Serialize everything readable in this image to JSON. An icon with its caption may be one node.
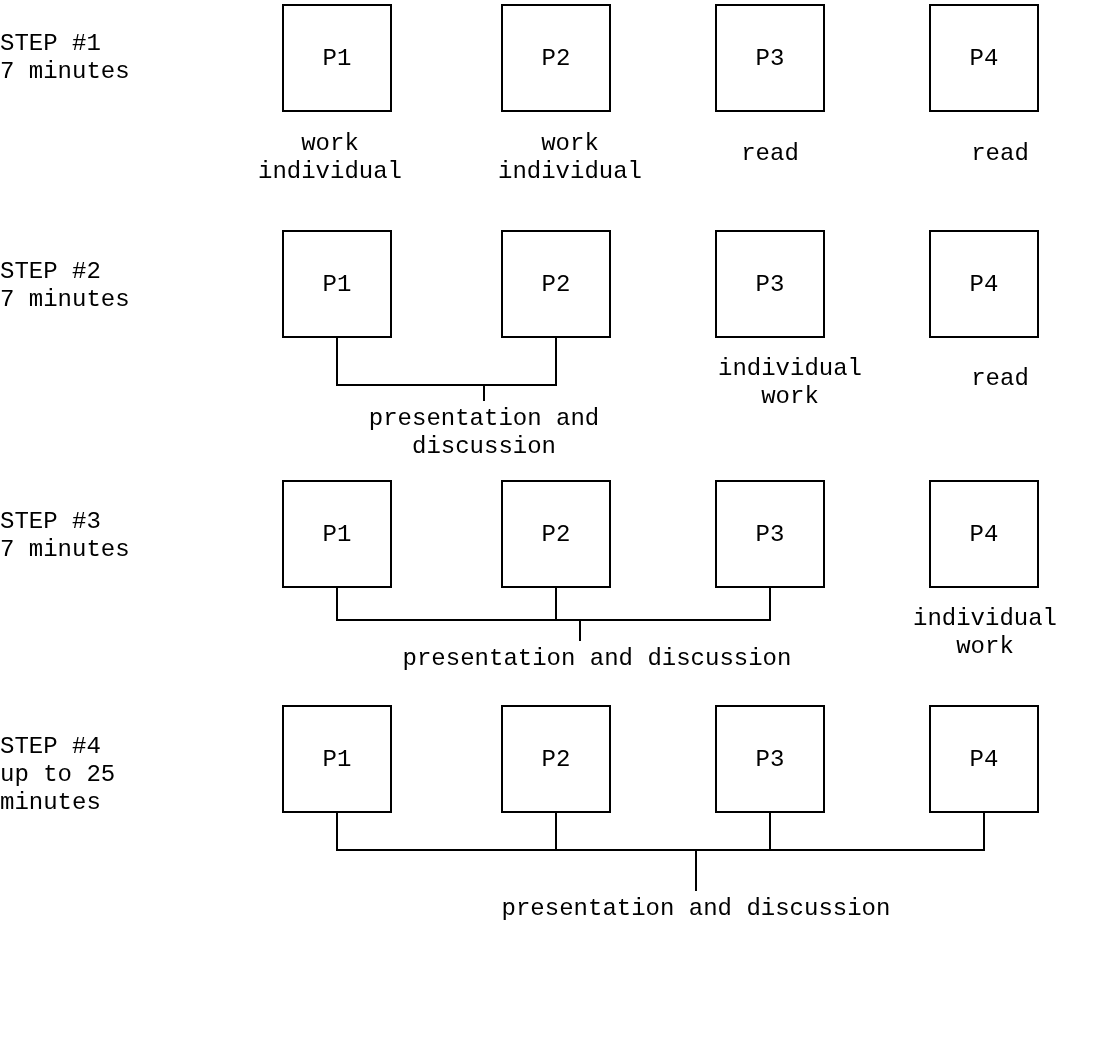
{
  "diagram": {
    "nodes": [
      {
        "text": [
          "P1"
        ],
        "beside": [
          "work individual"
        ]
      },
      {
        "text": [
          "P2"
        ],
        "beside": [
          "work individual"
        ]
      },
      {
        "text": [
          "P3"
        ],
        "beside": [
          "read"
        ]
      },
      {
        "text": [
          "P4"
        ],
        "beside": [
          "read"
        ]
      },
      {
        "text": [
          "P1"
        ]
      },
      {
        "text": [
          "P2"
        ]
      },
      {
        "text": [
          "P3"
        ],
        "beside": [
          "individual work"
        ]
      },
      {
        "text": [
          "P4"
        ],
        "beside": [
          "read"
        ]
      },
      {
        "text": [
          "presentation and discussion"
        ]
      },
      {
        "text": [
          "P1"
        ]
      },
      {
        "text": [
          "P2"
        ]
      },
      {
        "text": [
          "P3"
        ]
      },
      {
        "text": [
          "P4"
        ],
        "beside": [
          "individual work"
        ]
      },
      {
        "text": [
          "presentation and discussion"
        ]
      },
      {
        "text": [
          "P1"
        ]
      },
      {
        "text": [
          "P2"
        ]
      },
      {
        "text": [
          "P3"
        ]
      },
      {
        "text": [
          "P4"
        ]
      },
      {
        "text": [
          "presentation and discussion"
        ]
      }
    ],
    "edges": [
      {
        "from": 4,
        "to": 8,
        "arrow": "none"
      },
      {
        "from": 5,
        "to": 8,
        "arrow": "none"
      },
      {
        "from": 9,
        "to": 13,
        "arrow": "none"
      },
      {
        "from": 10,
        "to": 13,
        "arrow": "none"
      },
      {
        "from": 11,
        "to": 13,
        "arrow": "none"
      },
      {
        "from": 14,
        "to": 18,
        "arrow": "none"
      },
      {
        "from": 15,
        "to": 18,
        "arrow": "none"
      },
      {
        "from": 16,
        "to": 18,
        "arrow": "none"
      },
      {
        "from": 17,
        "to": 18,
        "arrow": "none"
      }
    ],
    "labels": [
      "STEP #1",
      "7 minutes",
      "STEP #2",
      "7 minutes",
      "STEP #3",
      "7 minutes",
      "STEP #4",
      "up to 25 minutes"
    ]
  }
}
